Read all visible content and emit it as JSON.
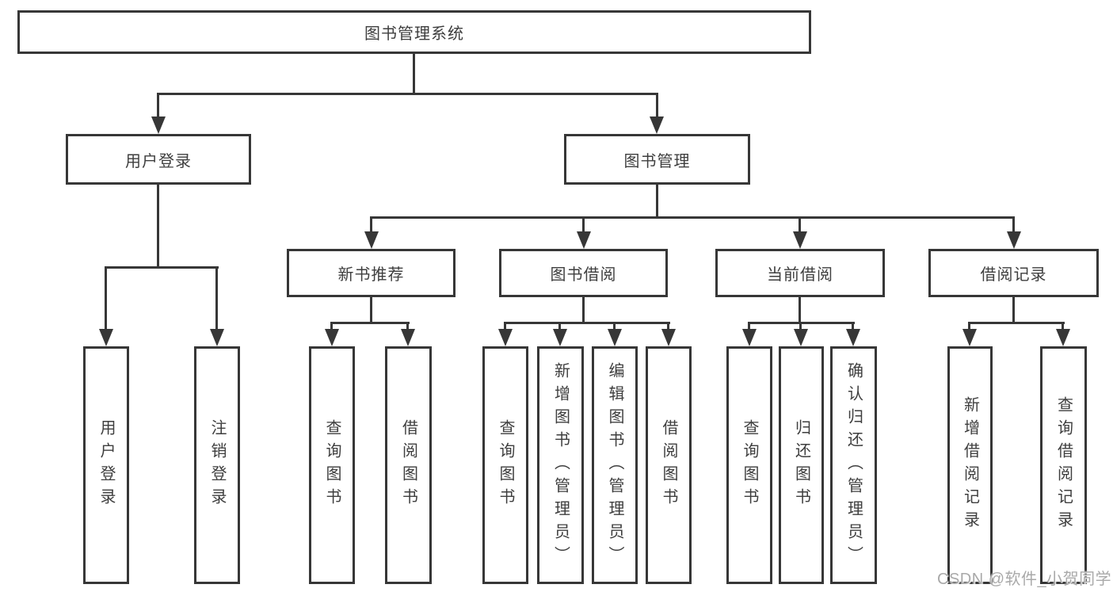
{
  "diagram": {
    "title": "图书管理系统",
    "branches": [
      {
        "label": "用户登录",
        "children": [
          {
            "label": "用户登录"
          },
          {
            "label": "注销登录"
          }
        ]
      },
      {
        "label": "图书管理",
        "children": [
          {
            "label": "新书推荐",
            "children": [
              {
                "label": "查询图书"
              },
              {
                "label": "借阅图书"
              }
            ]
          },
          {
            "label": "图书借阅",
            "children": [
              {
                "label": "查询图书"
              },
              {
                "label": "新增图书（管理员）"
              },
              {
                "label": "编辑图书（管理员）"
              },
              {
                "label": "借阅图书"
              }
            ]
          },
          {
            "label": "当前借阅",
            "children": [
              {
                "label": "查询图书"
              },
              {
                "label": "归还图书"
              },
              {
                "label": "确认归还（管理员）"
              }
            ]
          },
          {
            "label": "借阅记录",
            "children": [
              {
                "label": "新增借阅记录"
              },
              {
                "label": "查询借阅记录"
              }
            ]
          }
        ]
      }
    ],
    "colors": {
      "line": "#373737",
      "text": "#3e3e3e",
      "background": "#ffffff",
      "watermark": "#a9a9a9"
    }
  },
  "watermark": {
    "text": "CSDN @软件_小贺同学"
  }
}
